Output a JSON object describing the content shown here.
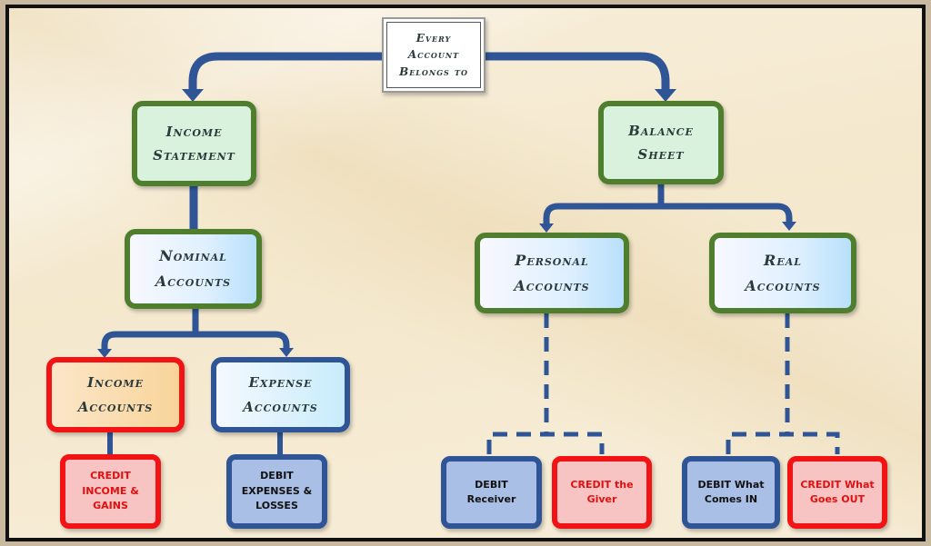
{
  "root": {
    "label": "Every\nAccount\nBelongs to"
  },
  "income_statement": {
    "label": "Income\nStatement"
  },
  "balance_sheet": {
    "label": "Balance\nSheet"
  },
  "nominal_accounts": {
    "label": "Nominal\nAccounts"
  },
  "personal_accounts": {
    "label": "Personal\nAccounts"
  },
  "real_accounts": {
    "label": "Real\nAccounts"
  },
  "income_accounts": {
    "label": "Income\nAccounts"
  },
  "expense_accounts": {
    "label": "Expense\nAccounts"
  },
  "rules": {
    "credit_income_gains": "CREDIT\nINCOME &\nGAINS",
    "debit_expenses_losses": "DEBIT\nEXPENSES &\nLOSSES",
    "debit_receiver": "DEBIT\nReceiver",
    "credit_giver": "CREDIT the\nGiver",
    "debit_comes_in": "DEBIT What\nComes IN",
    "credit_goes_out": "CREDIT What\nGoes OUT"
  },
  "colors": {
    "connector": "#2f5597",
    "green_border": "#4f7f2e",
    "red_border": "#f21414",
    "blue_border": "#2f5597"
  }
}
